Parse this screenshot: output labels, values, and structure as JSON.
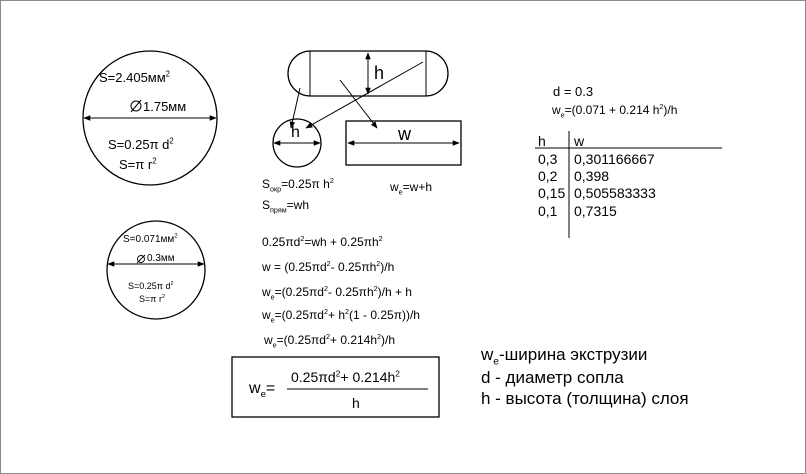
{
  "circle_big": {
    "area": "S=2.405мм",
    "diameter": "1.75мм",
    "formula1": "S=0.25π d",
    "formula2": "S=π r"
  },
  "circle_small": {
    "area": "S=0.071мм",
    "diameter": "0.3мм",
    "formula1": "S=0.25π d",
    "formula2": "S=π r"
  },
  "shape_labels": {
    "h_top": "h",
    "h_circle": "h",
    "w_rect": "w"
  },
  "areas": {
    "s_circle": "S",
    "s_circle_sub": "окр",
    "s_circle_eq": "=0.25π h",
    "s_rect": "S",
    "s_rect_sub": "прям",
    "s_rect_eq": "=wh",
    "we_sum": "w",
    "we_sum_sub": "e",
    "we_sum_eq": "=w+h"
  },
  "derivation": {
    "line1": "0.25πd",
    "line1b": "=wh + 0.25πh",
    "line2": "w = (0.25πd",
    "line2b": "- 0.25πh",
    "line2c": ")/h",
    "line3a": "w",
    "line3sub": "e",
    "line3b": "=(0.25πd",
    "line3c": "- 0.25πh",
    "line3d": ")/h + h",
    "line4a": "w",
    "line4sub": "e",
    "line4b": "=(0.25πd",
    "line4c": "+ h",
    "line4d": "(1 - 0.25π))/h",
    "line5a": "w",
    "line5sub": "e",
    "line5b": "=(0.25πd",
    "line5c": "+ 0.214h",
    "line5d": ")/h"
  },
  "final_formula": {
    "lhs": "w",
    "lhs_sub": "e",
    "eq": "=",
    "numerator_a": "0.25πd",
    "numerator_b": "+ 0.214h",
    "denominator": "h"
  },
  "table": {
    "d_value": "d = 0.3",
    "formula_a": "w",
    "formula_sub": "e",
    "formula_b": "=(0.071 + 0.214 h",
    "formula_c": ")/h",
    "headers": [
      "h",
      "w"
    ],
    "rows": [
      [
        "0,3",
        "0,301166667"
      ],
      [
        "0,2",
        "0,398"
      ],
      [
        "0,15",
        "0,505583333"
      ],
      [
        "0,1",
        "0,7315"
      ]
    ]
  },
  "legend": {
    "we": "w",
    "we_sub": "e",
    "we_text": "-ширина экструзии",
    "d_text": "d - диаметр сопла",
    "h_text": "h - высота (толщина) слоя"
  }
}
